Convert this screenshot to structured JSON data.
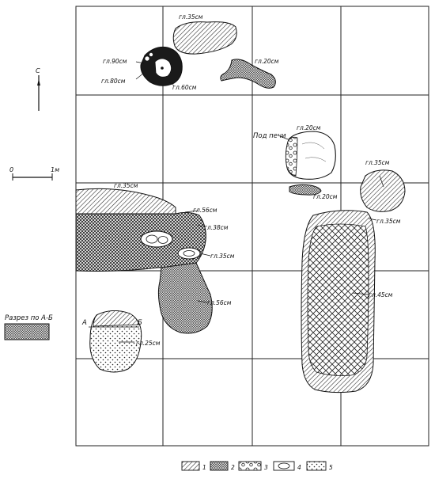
{
  "north_label": "С",
  "scale": {
    "zero": "0",
    "unit": "1м"
  },
  "section": {
    "title": "Разрез по А-Б"
  },
  "points": {
    "a": "А",
    "b": "Б"
  },
  "labels": {
    "gl35_top": "гл.35см",
    "gl90": "гл.90см",
    "gl80": "гл.80см",
    "gl60": "гл.60см",
    "gl20_top": "гл.20см",
    "pod_pechi": "Под печи",
    "gl20_oven": "гл.20см",
    "gl35_circle": "гл.35см",
    "gl20_strip": "гл.20см",
    "gl35_left": "гл.35см",
    "gl56_a": "гл.56см",
    "gl38": "гл.38см",
    "gl35_mid": "гл.35см",
    "gl56_b": "гл.56см",
    "gl25": "гл.25см",
    "gl35_right": "гл.35см",
    "gl45": "гл.45см"
  },
  "legend": [
    {
      "num": "1",
      "pattern": "hatch"
    },
    {
      "num": "2",
      "pattern": "crosshatch"
    },
    {
      "num": "3",
      "pattern": "stones"
    },
    {
      "num": "4",
      "pattern": "ovals"
    },
    {
      "num": "5",
      "pattern": "dots"
    }
  ]
}
